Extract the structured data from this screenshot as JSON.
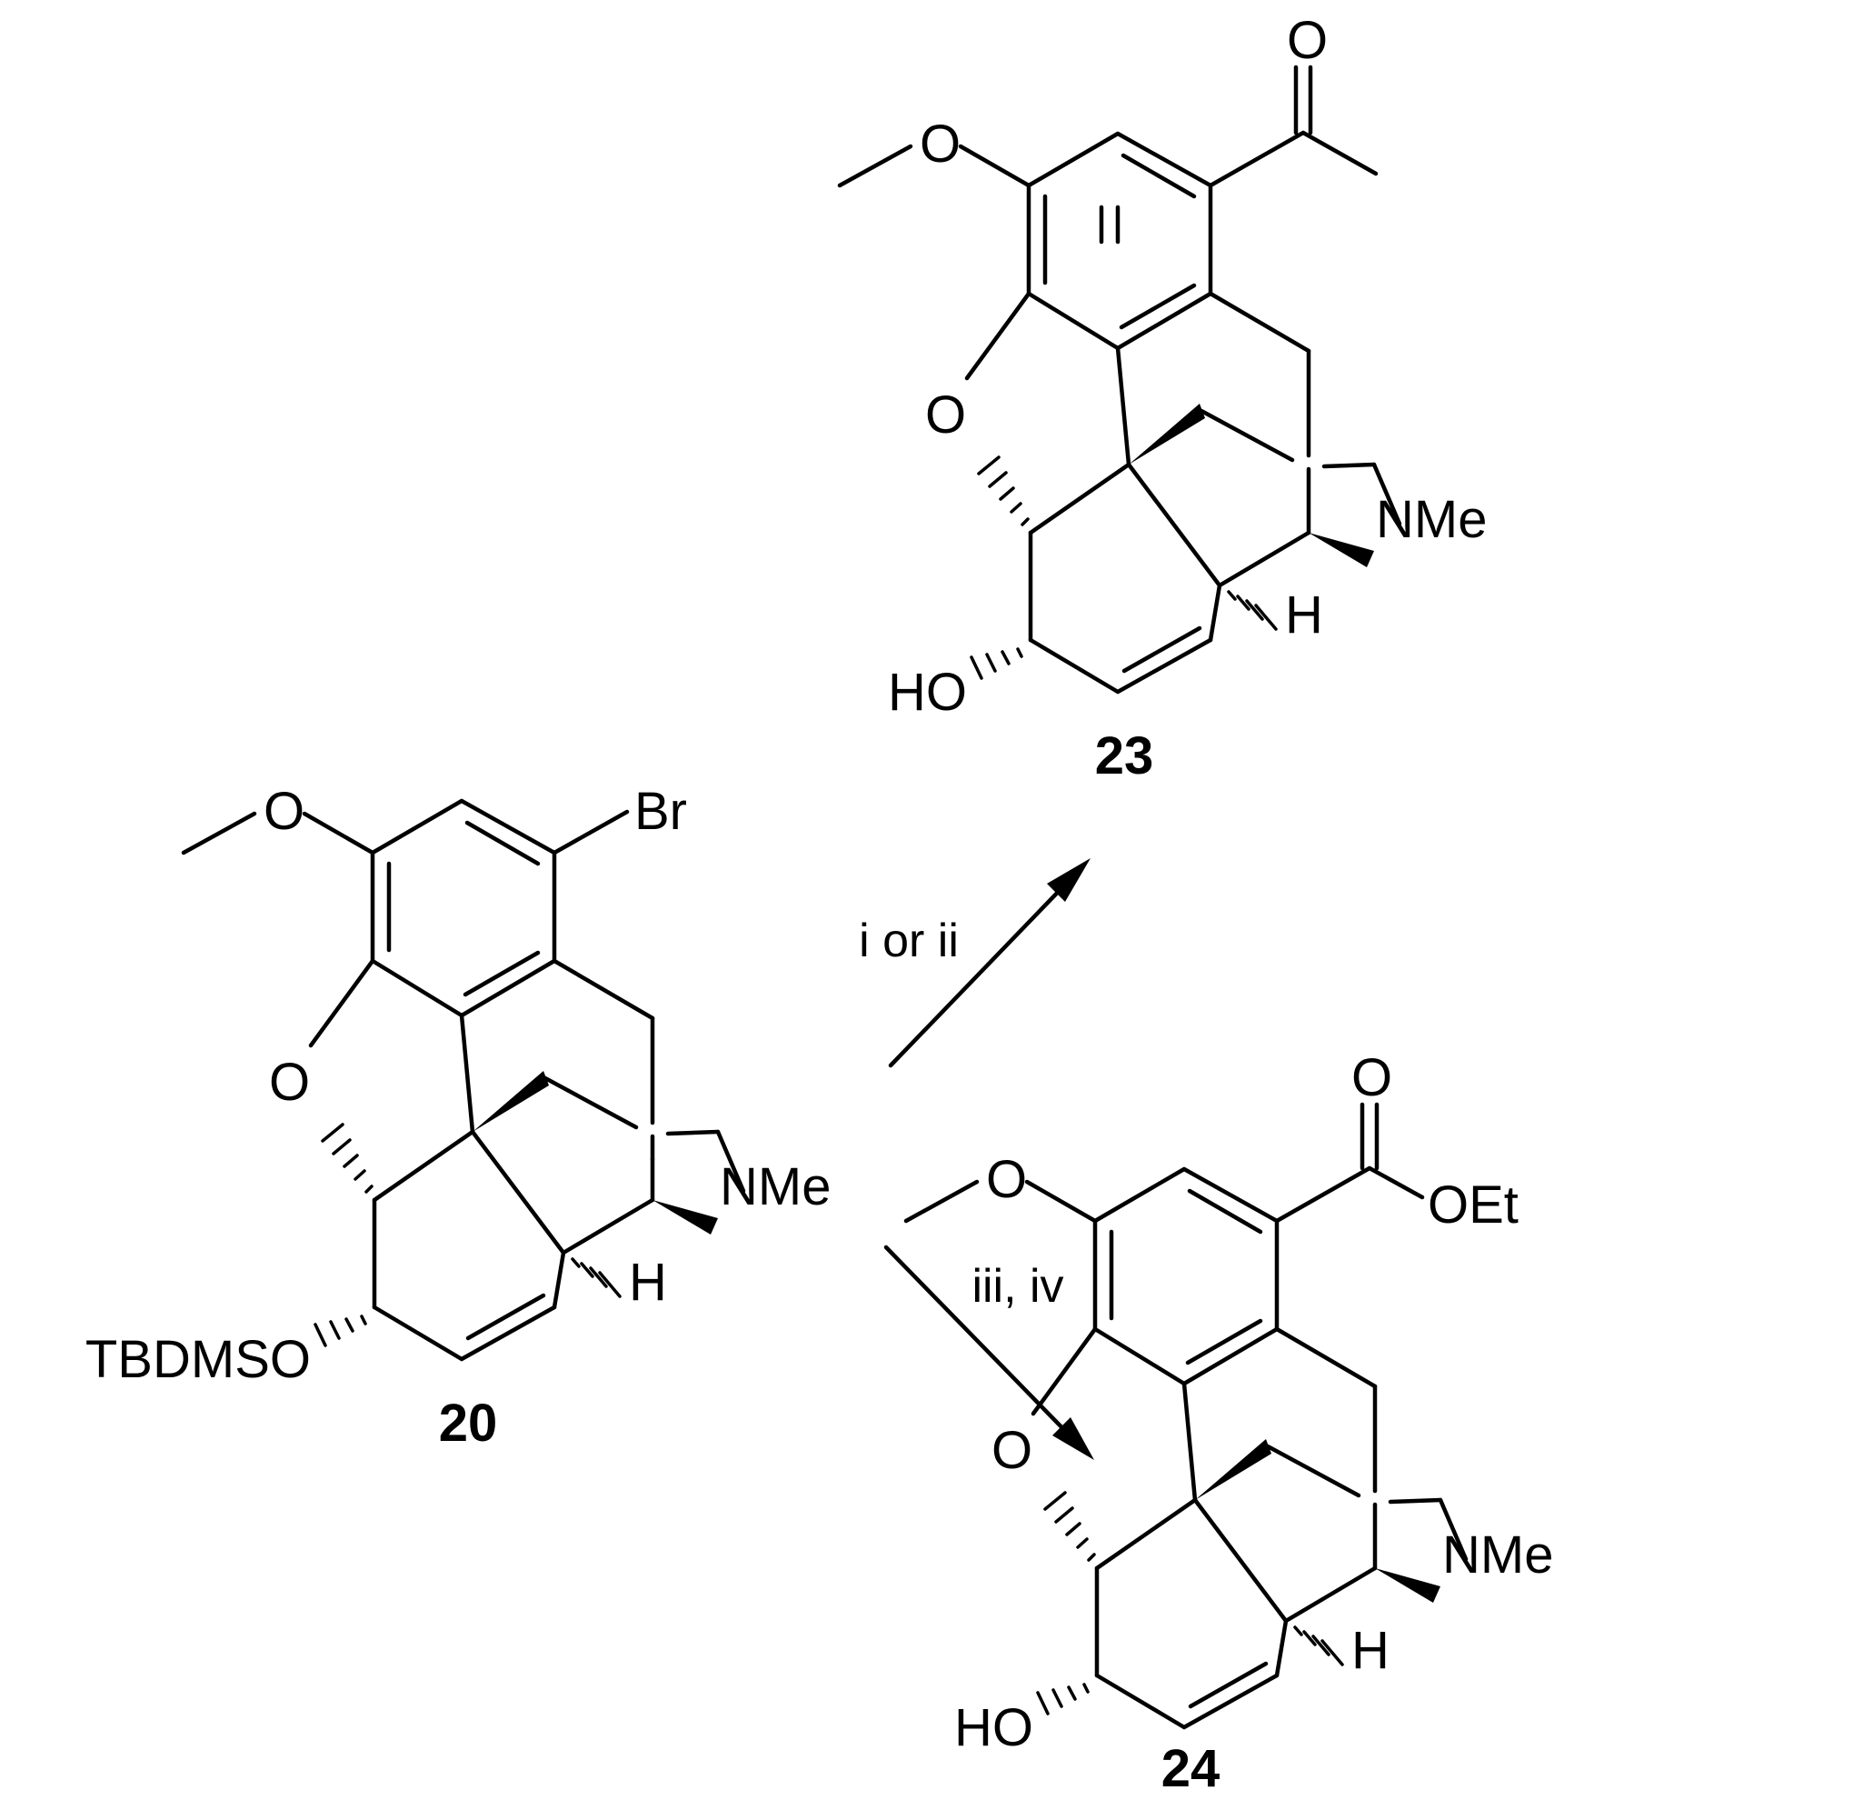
{
  "scheme": {
    "reagent_top": "i or ii",
    "reagent_bottom": "iii, iv"
  },
  "compound_20": {
    "number": "20",
    "methoxy_o": "O",
    "substituent": "Br",
    "ring_o": "O",
    "amine": "NMe",
    "h": "H",
    "protected_oh": "TBDMSO"
  },
  "compound_23": {
    "number": "23",
    "methoxy_o": "O",
    "carbonyl_o": "O",
    "ring_o": "O",
    "amine": "NMe",
    "h": "H",
    "hydroxyl": "HO"
  },
  "compound_24": {
    "number": "24",
    "methoxy_o": "O",
    "carbonyl_o": "O",
    "ester": "OEt",
    "ring_o": "O",
    "amine": "NMe",
    "h": "H",
    "hydroxyl": "HO"
  }
}
